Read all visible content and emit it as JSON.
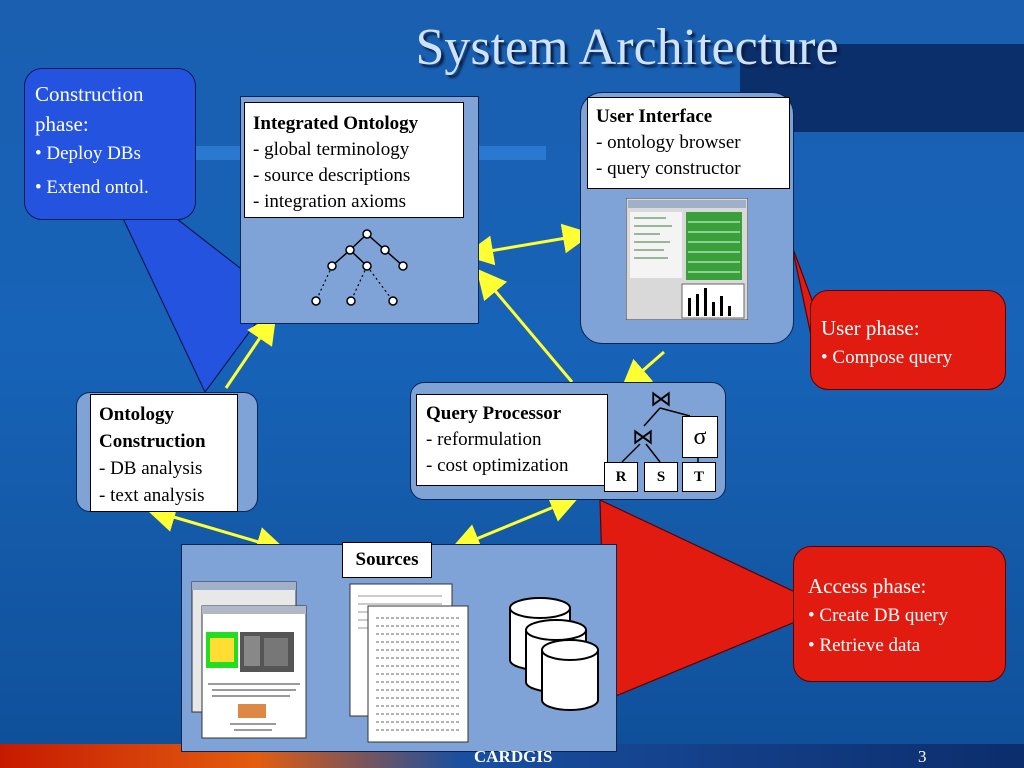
{
  "title": "System Architecture",
  "integrated_ontology": {
    "heading": "Integrated Ontology",
    "lines": [
      "- global terminology",
      "- source descriptions",
      "- integration axioms"
    ]
  },
  "user_interface": {
    "heading": "User Interface",
    "lines": [
      "- ontology browser",
      "- query constructor"
    ]
  },
  "query_processor": {
    "heading": "Query Processor",
    "lines": [
      "- reformulation",
      "- cost optimization"
    ],
    "join_symbol": "⋈",
    "select_symbol": "σ",
    "relations": [
      "R",
      "S",
      "T"
    ]
  },
  "ontology_construction": {
    "heading_line1": "Ontology",
    "heading_line2": "Construction",
    "lines": [
      "- DB analysis",
      "- text analysis"
    ]
  },
  "sources": {
    "label": "Sources"
  },
  "callouts": {
    "construction": {
      "line1": "Construction",
      "line2": "phase:",
      "bullets": [
        "• Deploy DBs",
        "• Extend ontol."
      ]
    },
    "user": {
      "line1": "User phase:",
      "bullets": [
        "• Compose query"
      ]
    },
    "access": {
      "line1": "Access phase:",
      "bullets": [
        "• Create DB query",
        "• Retrieve data"
      ]
    }
  },
  "footer": {
    "label": "CARDGIS",
    "page_number": "3"
  },
  "colors": {
    "background": "#1763b8",
    "panel": "#7fa3d6",
    "arrow": "#ffff33",
    "callout_blue": "#2453e0",
    "callout_red": "#e21b10"
  }
}
